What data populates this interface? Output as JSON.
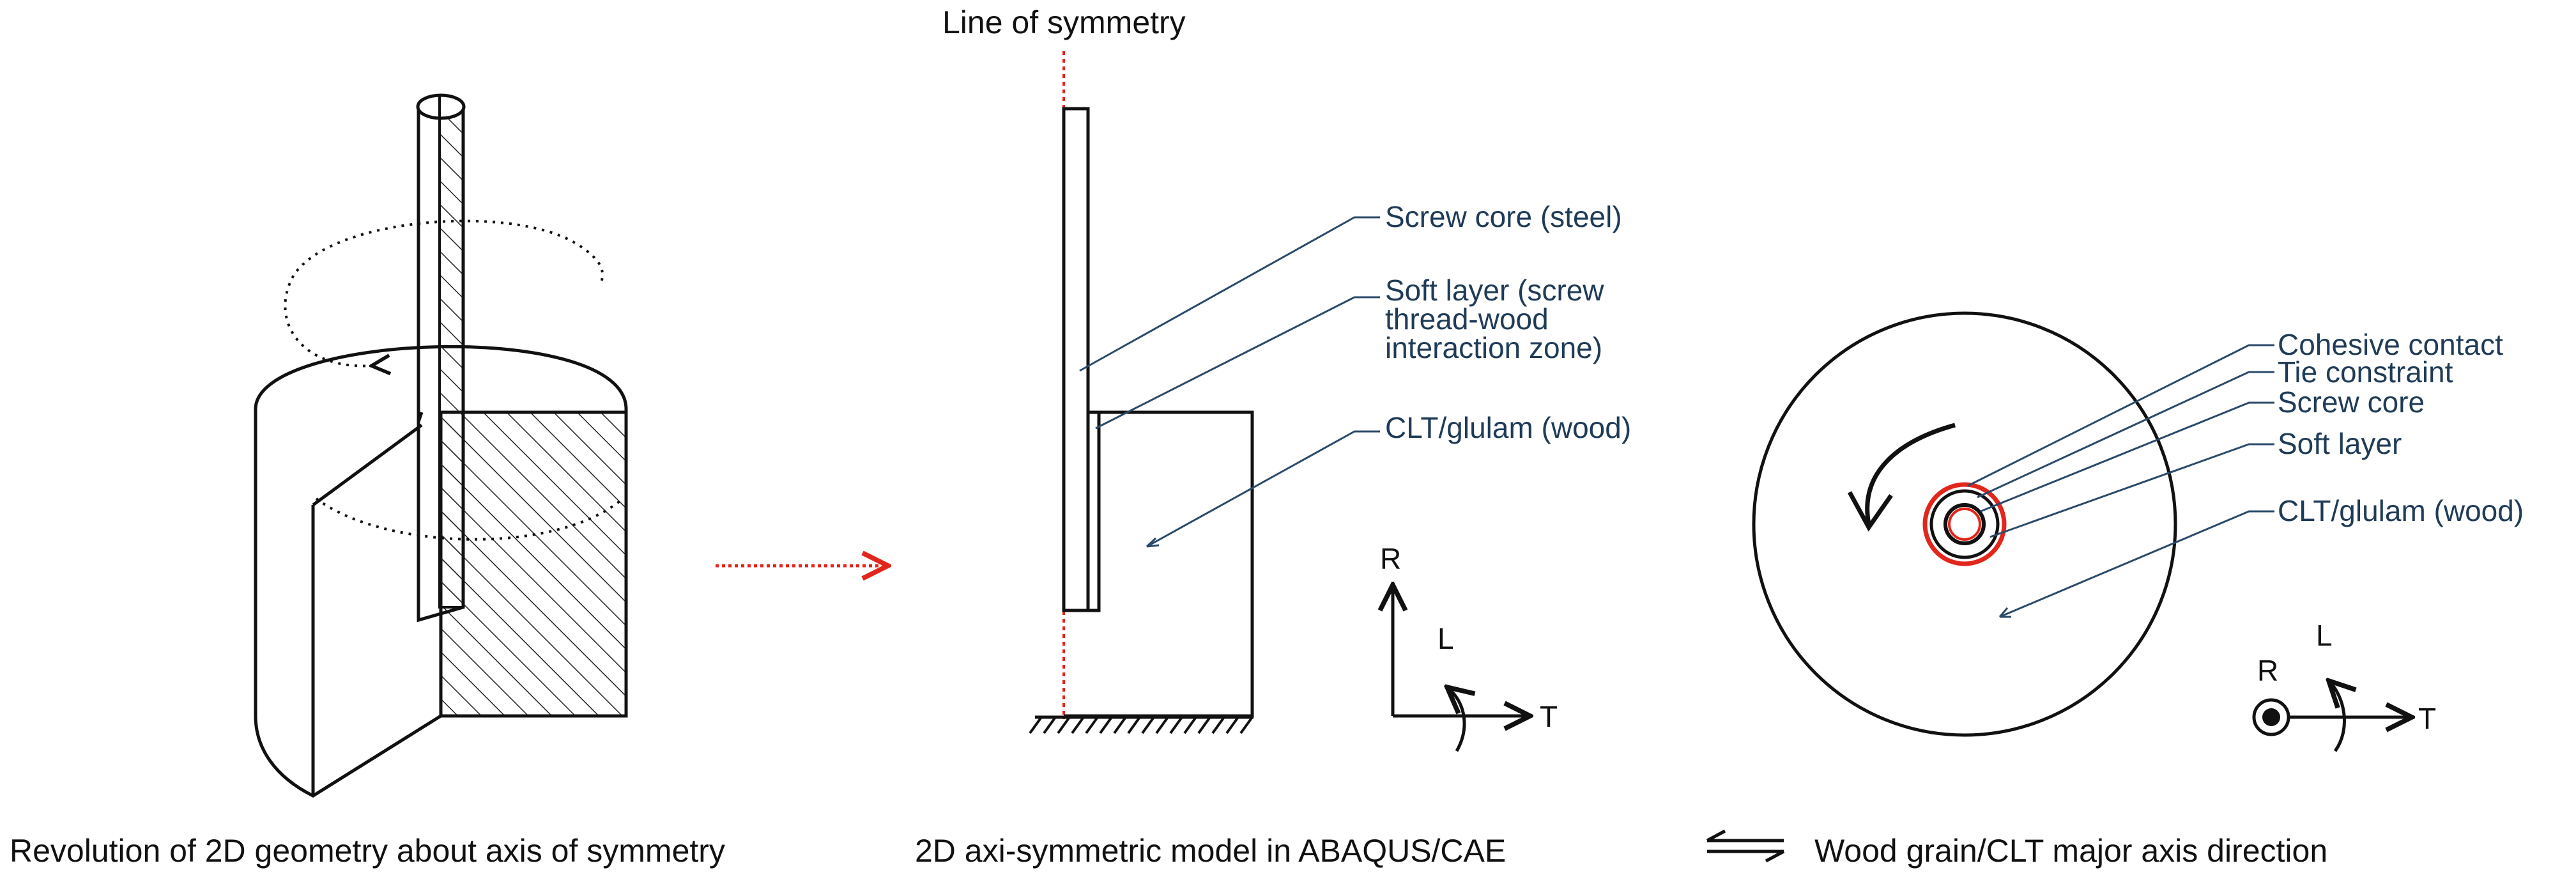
{
  "title": "Line of symmetry",
  "left": {
    "caption": "Revolution of 2D geometry about axis of symmetry"
  },
  "middle": {
    "caption": "2D axi-symmetric model in ABAQUS/CAE",
    "labels": {
      "screw_core": "Screw core (steel)",
      "soft_layer": [
        "Soft layer (screw",
        "thread-wood",
        "interaction zone)"
      ],
      "clt": "CLT/glulam (wood)"
    },
    "axes": {
      "r": "R",
      "l": "L",
      "t": "T"
    }
  },
  "right": {
    "labels": {
      "cohesive": "Cohesive contact",
      "tie": "Tie constraint",
      "screw_core": "Screw core",
      "soft_layer": "Soft layer",
      "clt": "CLT/glulam (wood)"
    },
    "axes": {
      "r": "R",
      "l": "L",
      "t": "T"
    }
  },
  "legend": {
    "text": "Wood grain/CLT major axis direction"
  },
  "colors": {
    "symmetry_line": "#e3261c",
    "arrow": "#e3261c",
    "label_text": "#1f3b57"
  }
}
